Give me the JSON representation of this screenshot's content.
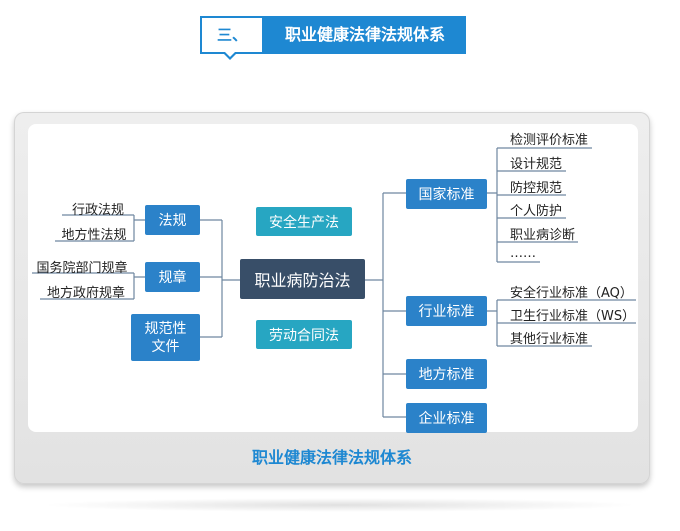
{
  "header": {
    "number": "三、",
    "title": "职业健康法律法规体系"
  },
  "caption": "职业健康法律法规体系",
  "diagram": {
    "center": "职业病防治法",
    "side_nodes": {
      "top": "安全生产法",
      "bottom": "劳动合同法"
    },
    "left": [
      {
        "label": "法规",
        "children": [
          "行政法规",
          "地方性法规"
        ]
      },
      {
        "label": "规章",
        "children": [
          "国务院部门规章",
          "地方政府规章"
        ]
      },
      {
        "label": "规范性文件"
      }
    ],
    "right": [
      {
        "label": "国家标准",
        "children": [
          "检测评价标准",
          "设计规范",
          "防控规范",
          "个人防护",
          "职业病诊断",
          "……"
        ]
      },
      {
        "label": "行业标准",
        "children": [
          "安全行业标准（AQ）",
          "卫生行业标准（WS）",
          "其他行业标准"
        ]
      },
      {
        "label": "地方标准"
      },
      {
        "label": "企业标准"
      }
    ]
  }
}
